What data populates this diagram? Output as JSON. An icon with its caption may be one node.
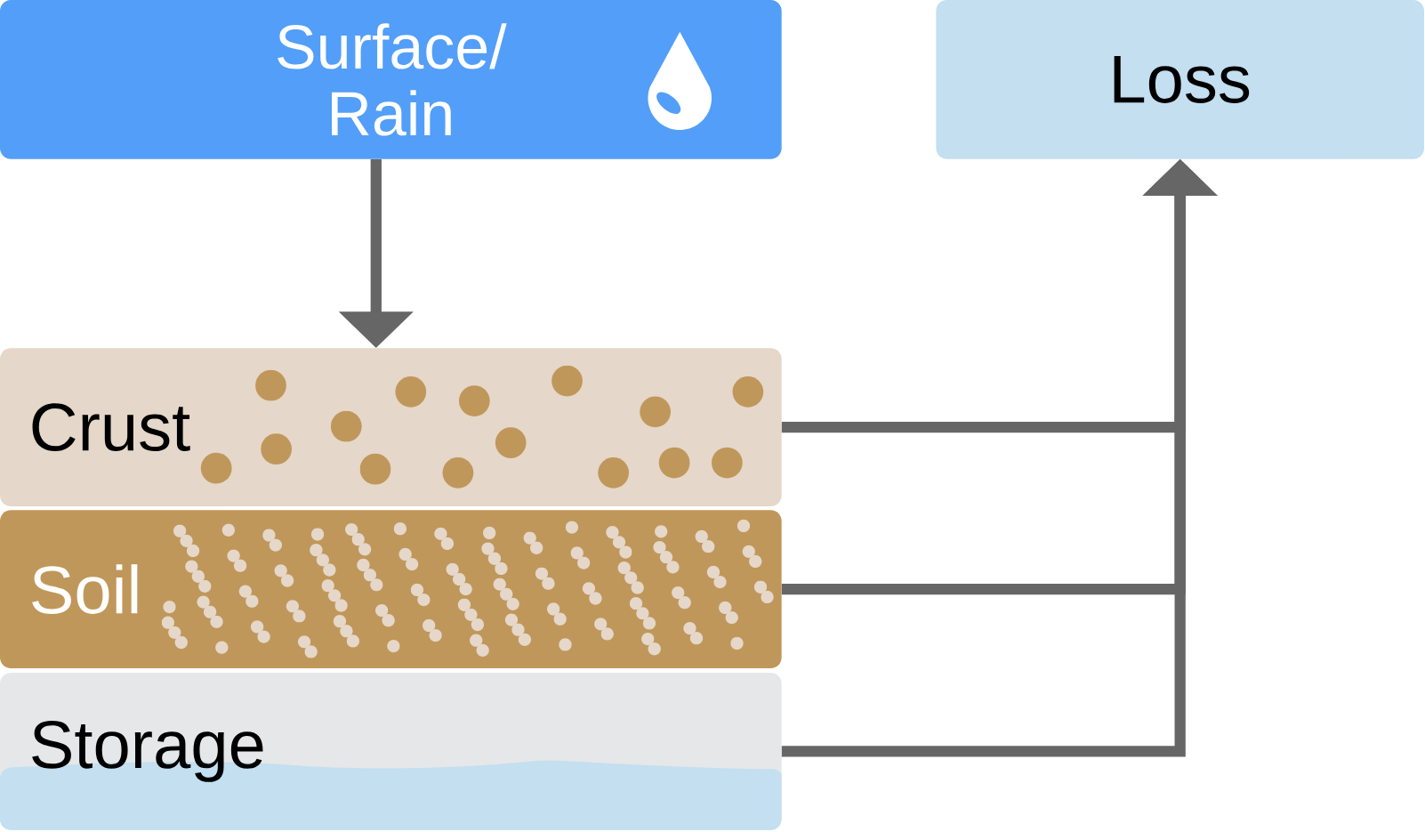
{
  "diagram": {
    "nodes": [
      {
        "text": [
          "Surface/ Rain"
        ]
      },
      {
        "text": [
          "Loss"
        ]
      },
      {
        "text": [
          "Crust"
        ]
      },
      {
        "text": [
          "Soil"
        ]
      },
      {
        "text": [
          "Storage"
        ]
      }
    ],
    "edges": [
      {
        "from": 0,
        "to": 2,
        "arrow": "to"
      },
      {
        "from": 2,
        "to": 1,
        "arrow": "to"
      },
      {
        "from": 3,
        "to": 1,
        "arrow": "to"
      },
      {
        "from": 4,
        "to": 1,
        "arrow": "to"
      }
    ]
  }
}
